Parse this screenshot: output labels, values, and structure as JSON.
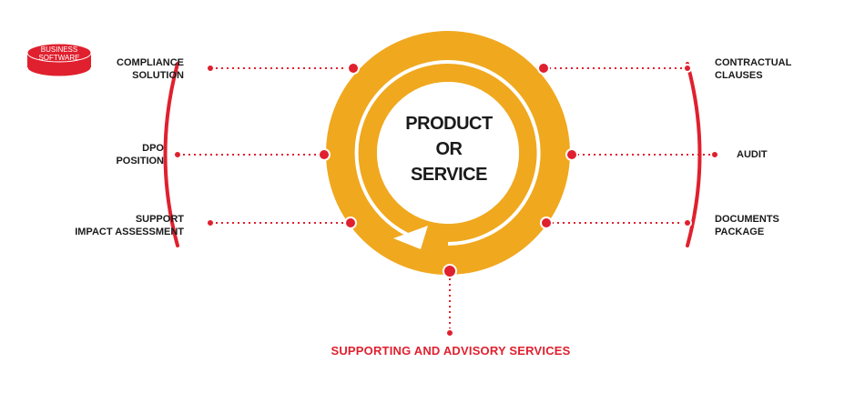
{
  "colors": {
    "accent_red": "#e0202e",
    "ring_yellow": "#f0a81e",
    "text_dark": "#1a1a1a",
    "white": "#ffffff"
  },
  "logo": {
    "line1": "BUSINESS",
    "line2": "SOFTWARE",
    "icon": "database-cylinder-icon"
  },
  "center": {
    "line1": "PRODUCT",
    "line2": "OR",
    "line3": "SERVICE"
  },
  "left_items": [
    {
      "line1": "COMPLIANCE",
      "line2": "SOLUTION"
    },
    {
      "line1": "DPO",
      "line2": "POSITION"
    },
    {
      "line1": "SUPPORT",
      "line2": "IMPACT ASSESSMENT"
    }
  ],
  "right_items": [
    {
      "line1": "CONTRACTUAL",
      "line2": "CLAUSES"
    },
    {
      "line1": "AUDIT"
    },
    {
      "line1": "DOCUMENTS",
      "line2": "PACKAGE"
    }
  ],
  "footer": {
    "label": "SUPPORTING AND ADVISORY SERVICES"
  }
}
